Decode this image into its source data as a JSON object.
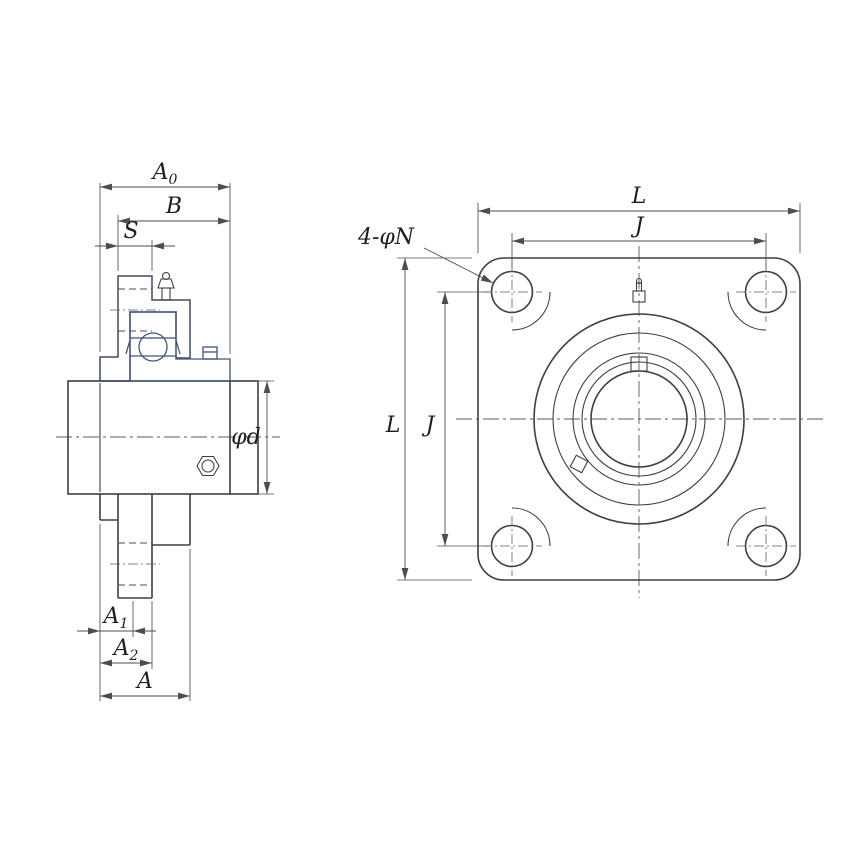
{
  "drawing": {
    "type": "flanged-bearing-unit-technical-drawing",
    "colors": {
      "line": "#3b4046",
      "dimension": "#4a4f55",
      "bearing_fill": "#cfdcee",
      "bearing_line": "#41557a",
      "fitting_fill": "#c3cfdf",
      "background": "#ffffff"
    }
  },
  "left_view": {
    "name": "side-section-view",
    "dims": {
      "a0": {
        "main": "A",
        "sub": "0"
      },
      "b": {
        "main": "B",
        "sub": ""
      },
      "s": {
        "main": "S",
        "sub": ""
      },
      "phi_d": {
        "main": "φd",
        "sub": ""
      },
      "a1": {
        "main": "A",
        "sub": "1"
      },
      "a2": {
        "main": "A",
        "sub": "2"
      },
      "a": {
        "main": "A",
        "sub": ""
      }
    }
  },
  "right_view": {
    "name": "front-view",
    "dims": {
      "l_top": "L",
      "j_top": "J",
      "l_left": "L",
      "j_left": "J"
    },
    "bolt_note": "4-φN"
  }
}
